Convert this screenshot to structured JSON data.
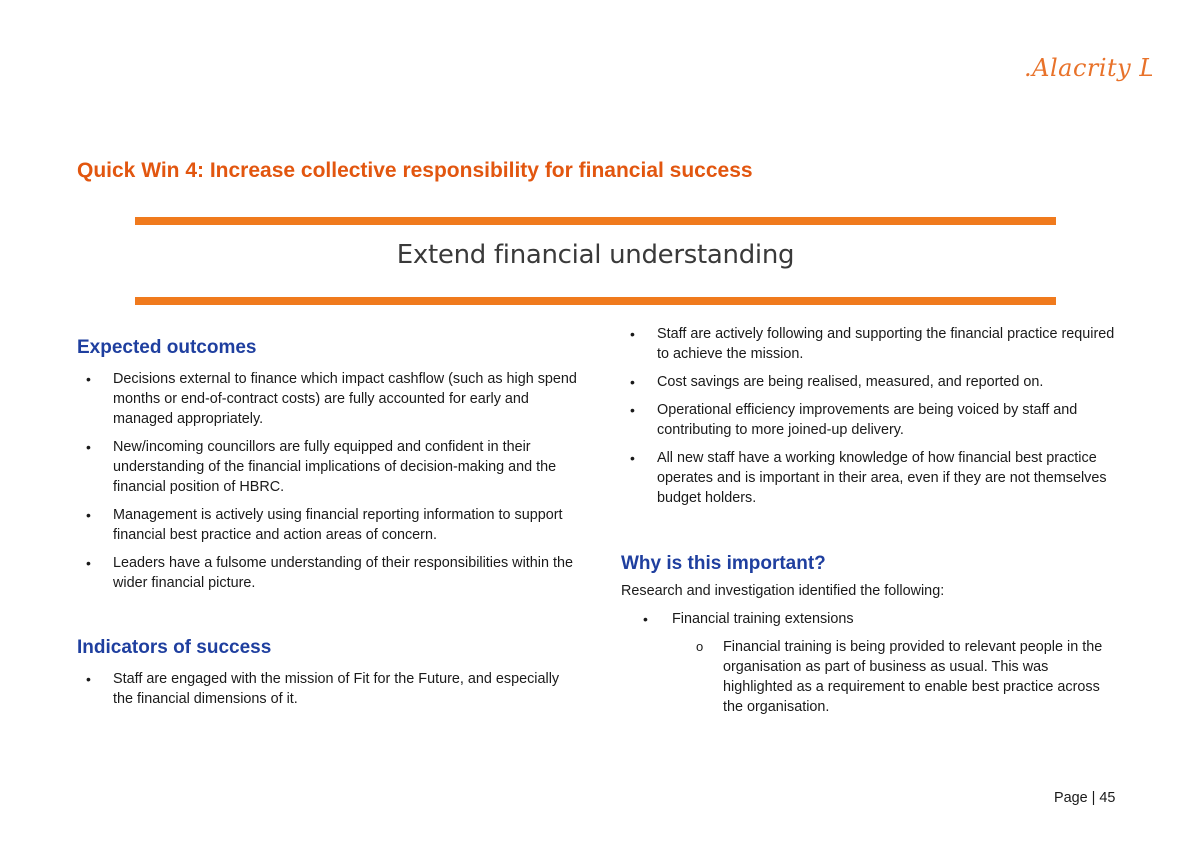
{
  "logo": {
    "text": ".Alacrity Lab."
  },
  "page_title": "Quick Win 4: Increase collective responsibility for financial success",
  "banner": {
    "heading": "Extend financial understanding"
  },
  "expected_outcomes": {
    "heading": "Expected outcomes",
    "items": [
      "Decisions external to finance which impact cashflow (such as high spend months or end-of-contract costs) are fully accounted for early and managed appropriately.",
      "New/incoming councillors are fully equipped and confident in their understanding of the financial implications of decision-making and the financial position of HBRC.",
      "Management is actively using financial reporting information to support financial best practice and action areas of concern.",
      "Leaders have a fulsome understanding of their responsibilities within the wider financial picture."
    ]
  },
  "indicators_of_success": {
    "heading": "Indicators of success",
    "items": [
      "Staff are engaged with the mission of Fit for the Future, and especially the financial dimensions of it.",
      "Staff are actively following and supporting the financial practice required to achieve the mission.",
      "Cost savings are being realised, measured, and reported on.",
      "Operational efficiency improvements are being voiced by staff and contributing to more joined-up delivery.",
      "All new staff have a working knowledge of how financial best practice operates and is important in their area, even if they are not themselves budget holders."
    ]
  },
  "why_important": {
    "heading": "Why is this important?",
    "intro": "Research and investigation identified the following:",
    "items": [
      {
        "label": "Financial training extensions",
        "subitems": [
          "Financial training is being provided to relevant people in the organisation as part of business as usual. This was highlighted as a requirement to enable best practice across the organisation."
        ]
      }
    ]
  },
  "footer": {
    "page_number": "Page | 45"
  },
  "colors": {
    "accent_orange": "#f07a1d",
    "title_orange": "#e2560f",
    "heading_blue": "#1f3f9f"
  }
}
